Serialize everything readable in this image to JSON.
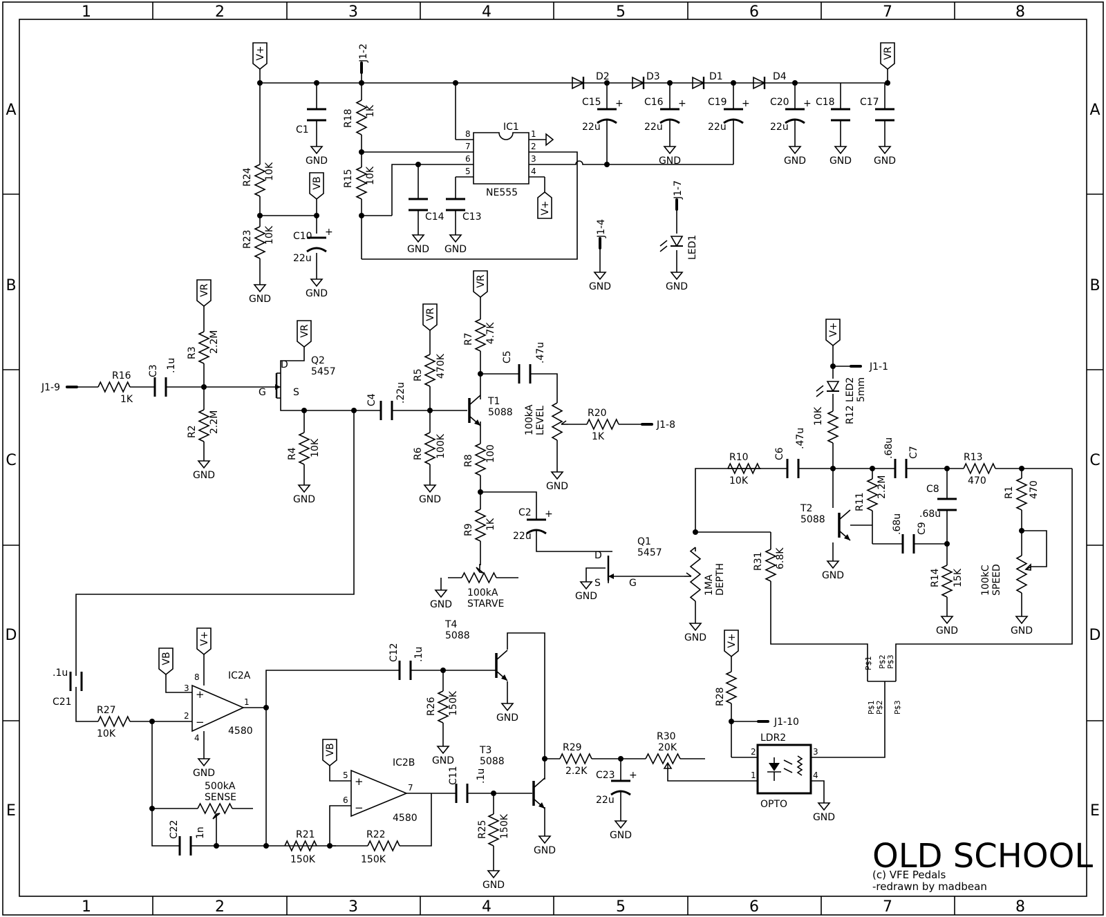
{
  "title": {
    "main": "OLD SCHOOL",
    "copyright": "(c) VFE Pedals",
    "credit": "-redrawn by madbean"
  },
  "zones": {
    "cols": [
      "1",
      "2",
      "3",
      "4",
      "5",
      "6",
      "7",
      "8"
    ],
    "rows": [
      "A",
      "B",
      "C",
      "D",
      "E"
    ]
  },
  "rails": {
    "vplus": "V+",
    "vr": "VR",
    "vb": "VB",
    "gnd": "GND"
  },
  "connectors": {
    "j1_1": "J1-1",
    "j1_2": "J1-2",
    "j1_4": "J1-4",
    "j1_7": "J1-7",
    "j1_8": "J1-8",
    "j1_9": "J1-9",
    "j1_10": "J1-10"
  },
  "parts": {
    "R1": {
      "ref": "R1",
      "val": "470"
    },
    "R2": {
      "ref": "R2",
      "val": "2.2M"
    },
    "R3": {
      "ref": "R3",
      "val": "2.2M"
    },
    "R4": {
      "ref": "R4",
      "val": "10K"
    },
    "R5": {
      "ref": "R5",
      "val": "470K"
    },
    "R6": {
      "ref": "R6",
      "val": "100K"
    },
    "R7": {
      "ref": "R7",
      "val": "4.7K"
    },
    "R8": {
      "ref": "R8",
      "val": "100"
    },
    "R9": {
      "ref": "R9",
      "val": "1K"
    },
    "R10": {
      "ref": "R10",
      "val": "10K"
    },
    "R11": {
      "ref": "R11",
      "val": "2.2M"
    },
    "R12": {
      "ref": "R12",
      "val": "10K"
    },
    "R13": {
      "ref": "R13",
      "val": "470"
    },
    "R14": {
      "ref": "R14",
      "val": "15K"
    },
    "R15": {
      "ref": "R15",
      "val": "10K"
    },
    "R16": {
      "ref": "R16",
      "val": "1K"
    },
    "R18": {
      "ref": "R18",
      "val": "1K"
    },
    "R20": {
      "ref": "R20",
      "val": "1K"
    },
    "R21": {
      "ref": "R21",
      "val": "150K"
    },
    "R22": {
      "ref": "R22",
      "val": "150K"
    },
    "R23": {
      "ref": "R23",
      "val": "10K"
    },
    "R24": {
      "ref": "R24",
      "val": "10K"
    },
    "R25": {
      "ref": "R25",
      "val": "150K"
    },
    "R26": {
      "ref": "R26",
      "val": "150K"
    },
    "R27": {
      "ref": "R27",
      "val": "10K"
    },
    "R28": {
      "ref": "R28",
      "val": ""
    },
    "R29": {
      "ref": "R29",
      "val": "2.2K"
    },
    "R30": {
      "ref": "R30",
      "val": "20K"
    },
    "R31": {
      "ref": "R31",
      "val": "6.8K"
    },
    "C1": {
      "ref": "C1",
      "val": ""
    },
    "C2": {
      "ref": "C2",
      "val": "22u"
    },
    "C3": {
      "ref": "C3",
      "val": ".1u"
    },
    "C4": {
      "ref": "C4",
      "val": ".22u"
    },
    "C5": {
      "ref": "C5",
      "val": ".47u"
    },
    "C6": {
      "ref": "C6",
      "val": ".47u"
    },
    "C7": {
      "ref": "C7",
      "val": ".68u"
    },
    "C8": {
      "ref": "C8",
      "val": ".68u"
    },
    "C9": {
      "ref": "C9",
      "val": ".68u"
    },
    "C10": {
      "ref": "C10",
      "val": "22u"
    },
    "C11": {
      "ref": "C11",
      "val": ".1u"
    },
    "C12": {
      "ref": "C12",
      "val": ".1u"
    },
    "C13": {
      "ref": "C13",
      "val": ""
    },
    "C14": {
      "ref": "C14",
      "val": ""
    },
    "C15": {
      "ref": "C15",
      "val": "22u"
    },
    "C16": {
      "ref": "C16",
      "val": "22u"
    },
    "C17": {
      "ref": "C17",
      "val": ""
    },
    "C18": {
      "ref": "C18",
      "val": ""
    },
    "C19": {
      "ref": "C19",
      "val": "22u"
    },
    "C20": {
      "ref": "C20",
      "val": "22u"
    },
    "C21": {
      "ref": "C21",
      "val": ".1u"
    },
    "C22": {
      "ref": "C22",
      "val": "1n"
    },
    "C23": {
      "ref": "C23",
      "val": "22u"
    },
    "D1": {
      "ref": "D1"
    },
    "D2": {
      "ref": "D2"
    },
    "D3": {
      "ref": "D3"
    },
    "D4": {
      "ref": "D4"
    },
    "Q1": {
      "ref": "Q1",
      "val": "5457"
    },
    "Q2": {
      "ref": "Q2",
      "val": "5457"
    },
    "T1": {
      "ref": "T1",
      "val": "5088"
    },
    "T2": {
      "ref": "T2",
      "val": "5088"
    },
    "T3": {
      "ref": "T3",
      "val": "5088"
    },
    "T4": {
      "ref": "T4",
      "val": "5088"
    },
    "IC1": {
      "ref": "IC1",
      "val": "NE555"
    },
    "IC2A": {
      "ref": "IC2A",
      "val": "4580"
    },
    "IC2B": {
      "ref": "IC2B",
      "val": "4580"
    },
    "LED1": {
      "ref": "LED1"
    },
    "LED2": {
      "ref": "LED2",
      "val": "5mm"
    },
    "LDR2": {
      "ref": "LDR2",
      "val": "OPTO"
    },
    "LEVEL": {
      "name": "LEVEL",
      "val": "100kA"
    },
    "STARVE": {
      "name": "STARVE",
      "val": "100kA"
    },
    "DEPTH": {
      "name": "DEPTH",
      "val": "1MA"
    },
    "SPEED": {
      "name": "SPEED",
      "val": "100kC"
    },
    "SENSE": {
      "name": "SENSE",
      "val": "500kA"
    }
  },
  "pins": {
    "ic1": [
      "8",
      "7",
      "6",
      "5",
      "1",
      "2",
      "3",
      "4"
    ],
    "ic2a": [
      "3",
      "2",
      "8",
      "4",
      "1"
    ],
    "ic2b": [
      "5",
      "6",
      "7"
    ],
    "ldr": [
      "2",
      "1",
      "3",
      "4"
    ],
    "fet": [
      "D",
      "G",
      "S"
    ],
    "psx": [
      "P$1",
      "P$2",
      "P$3"
    ],
    "plus": "+",
    "minus": "−"
  }
}
